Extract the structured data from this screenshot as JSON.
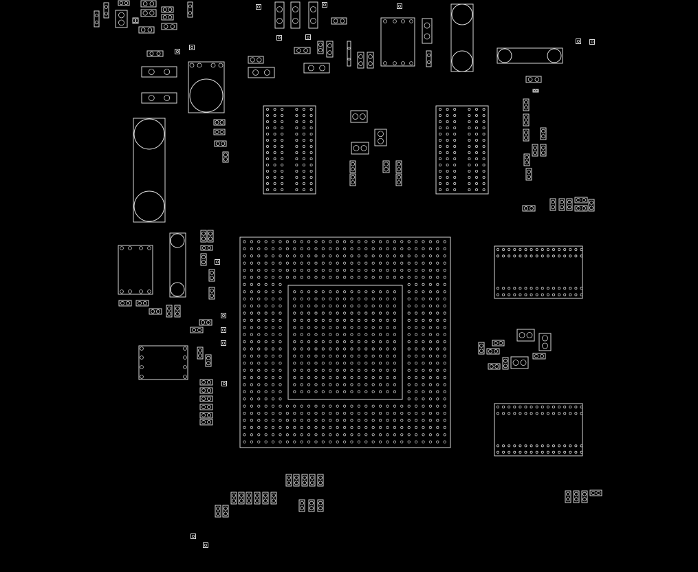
{
  "canvas": {
    "background": "#000000",
    "stroke": "#d8d8d8"
  },
  "view": {
    "type": "pcb-footprint-layout",
    "layer": "silkscreen-outline"
  },
  "parts": {
    "bga_main": {
      "kind": "bga",
      "rows": 29,
      "cols": 29
    },
    "bga_left": {
      "kind": "bga",
      "rows": 14,
      "cols": 7
    },
    "bga_right": {
      "kind": "bga",
      "rows": 14,
      "cols": 7
    },
    "dram_upper": {
      "kind": "bga",
      "rows": 8,
      "cols": 16
    },
    "dram_lower": {
      "kind": "bga",
      "rows": 8,
      "cols": 16
    }
  }
}
